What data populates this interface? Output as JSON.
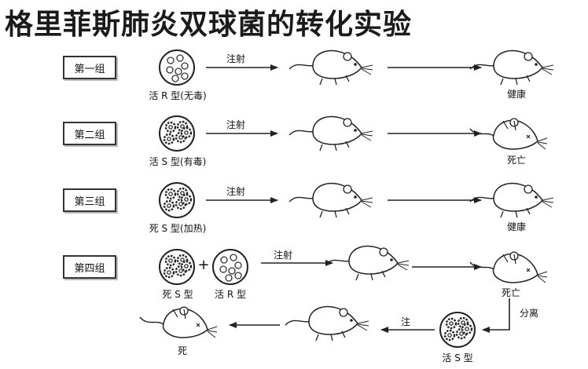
{
  "title": "格里菲斯肺炎双球菌的转化实验",
  "groups": [
    {
      "label": "第一组",
      "culture": "活 R 型(无毒)",
      "action": "注射",
      "outcome": "健康"
    },
    {
      "label": "第二组",
      "culture": "活 S 型(有毒)",
      "action": "注射",
      "outcome": "死亡"
    },
    {
      "label": "第三组",
      "culture": "死 S 型(加热)",
      "action": "注射",
      "outcome": "健康"
    },
    {
      "label": "第四组",
      "culture_a": "死 S 型",
      "culture_b": "活 R 型",
      "plus": "+",
      "action": "注射",
      "outcome": "死亡"
    }
  ],
  "followup": {
    "separate": "分离",
    "culture": "活 S 型",
    "action": "注",
    "outcome": "死"
  }
}
